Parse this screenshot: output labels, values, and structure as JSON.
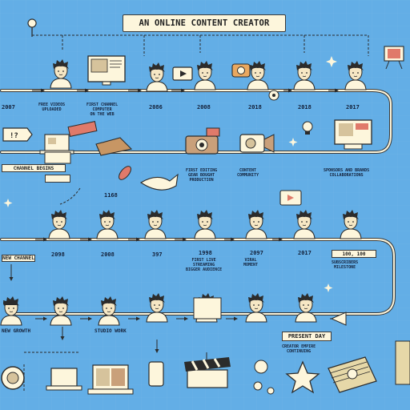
{
  "title": "AN ONLINE CONTENT CREATOR",
  "row1_years": [
    "2007",
    "2086",
    "2008",
    "2018",
    "2018",
    "2017"
  ],
  "row2_years": [
    "1168"
  ],
  "row3_years": [
    "2098",
    "2008",
    "397",
    "1998",
    "2097",
    "2017"
  ],
  "present_label": "PRESENT DAY",
  "row1_notes": [
    "FREE VIDEOS\nUPLOADED",
    "FIRST CHANNEL\nCOMPUTER\nON THE WEB"
  ],
  "row2_notes": [
    "FIRST EDITING\nGEAR BOUGHT\nPRODUCTION",
    "CONTENT\nCOMMUNITY",
    "SPONSORS AND BRANDS\nCOLLABORATIONS"
  ],
  "row3_notes": [
    "FIRST LIVE\nSTREAMING\nBIGGER AUDIENCE",
    "VIRAL\nMOMENT"
  ],
  "row3_box_text": "100, 100",
  "row3_box_sub": "SUBSCRIBERS\nMILESTONE",
  "row2_tag": "CHANNEL BEGINS",
  "row3_tag": "NEW CHANNEL",
  "row4_labels": [
    "NEW GROWTH",
    "STUDIO WORK"
  ],
  "present_notes": "CREATOR EMPIRE\nCONTINUING",
  "speech_bubble": "!?",
  "colors": {
    "background": "#63aee6",
    "line": "#fdf6dc",
    "ink": "#2b2b2b",
    "paper": "#fdf6dc",
    "hair": "#2c2c2c",
    "skin": "#f6e7c4"
  }
}
